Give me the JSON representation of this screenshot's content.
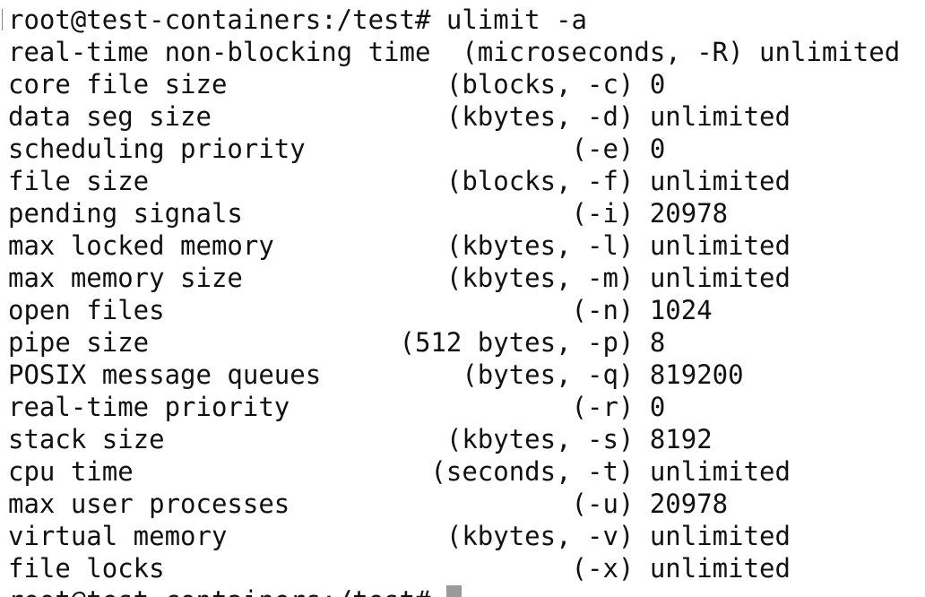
{
  "terminal": {
    "command_line": "root@test-containers:/test# ulimit -a",
    "output": [
      "real-time non-blocking time  (microseconds, -R) unlimited",
      "core file size              (blocks, -c) 0",
      "data seg size               (kbytes, -d) unlimited",
      "scheduling priority                 (-e) 0",
      "file size                   (blocks, -f) unlimited",
      "pending signals                     (-i) 20978",
      "max locked memory           (kbytes, -l) unlimited",
      "max memory size             (kbytes, -m) unlimited",
      "open files                          (-n) 1024",
      "pipe size                (512 bytes, -p) 8",
      "POSIX message queues         (bytes, -q) 819200",
      "real-time priority                  (-r) 0",
      "stack size                  (kbytes, -s) 8192",
      "cpu time                   (seconds, -t) unlimited",
      "max user processes                  (-u) 20978",
      "virtual memory              (kbytes, -v) unlimited",
      "file locks                          (-x) unlimited"
    ],
    "next_prompt": "root@test-containers:/test#"
  }
}
